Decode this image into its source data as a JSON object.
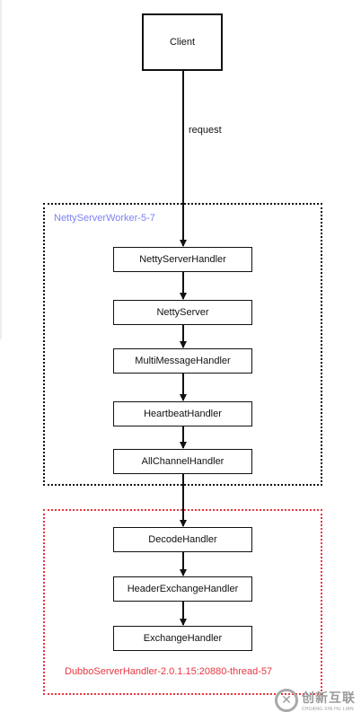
{
  "diagram": {
    "client": {
      "label": "Client"
    },
    "request_edge": {
      "label": "request"
    },
    "netty_group": {
      "title": "NettyServerWorker-5-7",
      "border_color": "#111111",
      "title_color": "#7d82f2",
      "steps": [
        {
          "label": "NettyServerHandler"
        },
        {
          "label": "NettyServer"
        },
        {
          "label": "MultiMessageHandler"
        },
        {
          "label": "HeartbeatHandler"
        },
        {
          "label": "AllChannelHandler"
        }
      ]
    },
    "dubbo_group": {
      "title": "DubboServerHandler-2.0.1.15:20880-thread-57",
      "border_color": "#e8363f",
      "title_color": "#e8363f",
      "steps": [
        {
          "label": "DecodeHandler"
        },
        {
          "label": "HeaderExchangeHandler"
        },
        {
          "label": "ExchangeHandler"
        }
      ]
    }
  },
  "watermark": {
    "logo_icon": "chuangxin-logo-icon",
    "logo_letter": "✕",
    "text_cn": "创新互联",
    "text_en": "CHUANG XIN HU LIAN"
  }
}
